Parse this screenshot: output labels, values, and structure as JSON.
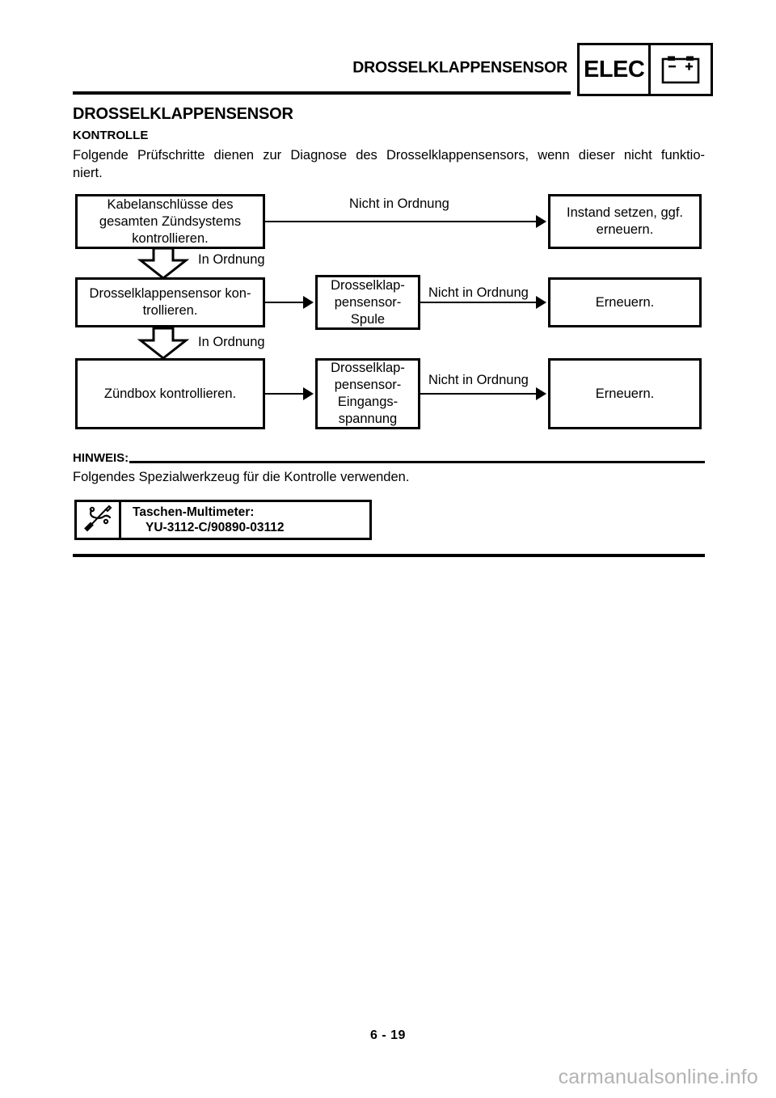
{
  "header": {
    "title": "DROSSELKLAPPENSENSOR",
    "badge_label": "ELEC",
    "badge_icon": "battery-icon",
    "battery_minus": "−",
    "battery_plus": "+"
  },
  "section": {
    "title": "DROSSELKLAPPENSENSOR",
    "subtitle": "KONTROLLE",
    "intro_line1": "Folgende Prüfschritte dienen zur Diagnose des Drosselklappensensors, wenn dieser nicht funktio-",
    "intro_line2": "niert."
  },
  "flowchart": {
    "rows": [
      {
        "check": "Kabelanschlüsse des gesamten Zündsystems kontrollieren.",
        "measure": null,
        "fail_label": "Nicht in Ordnung",
        "action": "Instand setzen, ggf. erneuern.",
        "pass_label": "In Ordnung"
      },
      {
        "check": "Drosselklappensensor kon-trollieren.",
        "measure": "Drosselklap-pensensor-Spule",
        "fail_label": "Nicht in Ordnung",
        "action": "Erneuern.",
        "pass_label": "In Ordnung"
      },
      {
        "check": "Zündbox kontrollieren.",
        "measure": "Drosselklap-pensensor-Eingangs-spannung",
        "fail_label": "Nicht in Ordnung",
        "action": "Erneuern.",
        "pass_label": null
      }
    ]
  },
  "note": {
    "heading": "HINWEIS:",
    "text": "Folgendes Spezialwerkzeug für die Kontrolle verwenden."
  },
  "tool": {
    "icon": "screwdriver-wrench-icon",
    "name": "Taschen-Multimeter:",
    "part_number": "YU-3112-C/90890-03112"
  },
  "footer": {
    "page_number": "6 - 19",
    "watermark": "carmanualsonline.info"
  },
  "colors": {
    "ink": "#000000",
    "paper": "#ffffff",
    "watermark": "#b3b3b3"
  }
}
